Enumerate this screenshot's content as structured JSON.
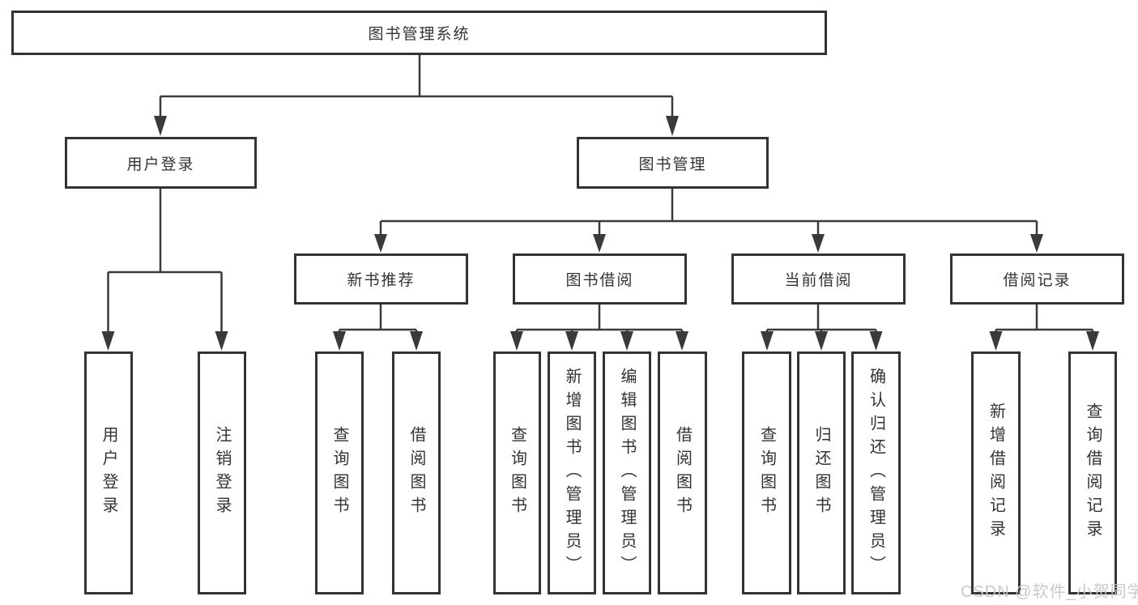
{
  "nodes": {
    "root": "图书管理系统",
    "level2": [
      "用户登录",
      "图书管理"
    ],
    "level3": [
      "新书推荐",
      "图书借阅",
      "当前借阅",
      "借阅记录"
    ],
    "leaves": [
      "用户登录",
      "注销登录",
      "查询图书",
      "借阅图书",
      "查询图书",
      "新增图书（管理员）",
      "编辑图书（管理员）",
      "借阅图书",
      "查询图书",
      "归还图书",
      "确认归还（管理员）",
      "新增借阅记录",
      "查询借阅记录"
    ]
  },
  "watermark": "CSDN @软件_小贺同学",
  "colors": {
    "line": "#3a3a3a",
    "border": "#333333",
    "text": "#333333",
    "watermark": "#c6c6c6",
    "background": "#ffffff"
  }
}
